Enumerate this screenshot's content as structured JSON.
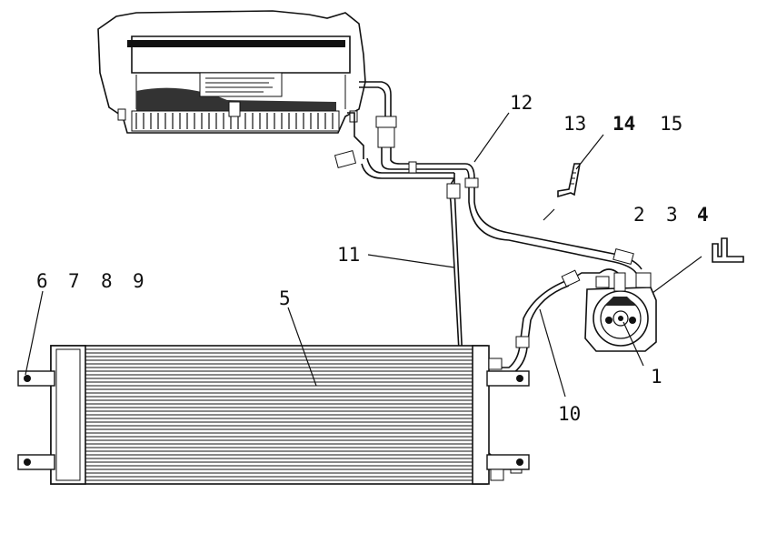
{
  "callouts": {
    "c1": "1",
    "c2": "2",
    "c3": "3",
    "c4": "4",
    "c5": "5",
    "c6": "6",
    "c7": "7",
    "c8": "8",
    "c9": "9",
    "c10": "10",
    "c11": "11",
    "c12": "12",
    "c13": "13",
    "c14": "14",
    "c15": "15"
  },
  "parts": {
    "evaporator": "evaporator-unit",
    "condenser": "condenser",
    "compressor": "compressor",
    "hose_suction": "suction-hose",
    "hose_discharge": "discharge-hose",
    "hose_liquid": "liquid-line"
  },
  "colors": {
    "line": "#111111",
    "background": "#ffffff"
  }
}
